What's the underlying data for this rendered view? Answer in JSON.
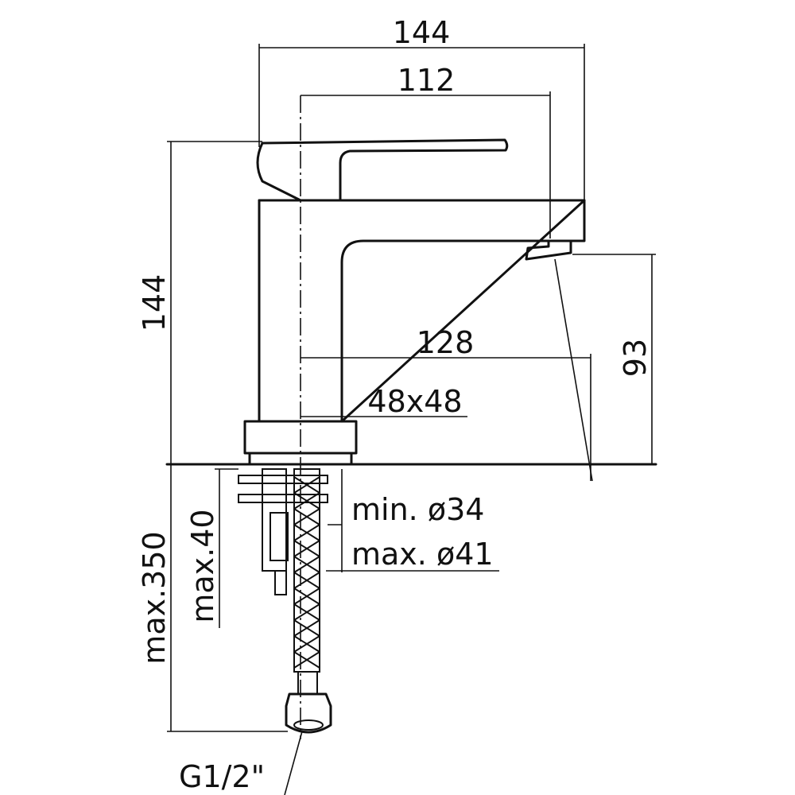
{
  "dimensions": {
    "total_width": "144",
    "handle_width": "112",
    "total_height": "144",
    "spout_reach": "128",
    "base_size": "48x48",
    "spout_height": "93",
    "min_hole": "min. ø34",
    "max_hole": "max. ø41",
    "max_thickness": "max.40",
    "max_hose": "max.350",
    "thread": "G1/2\""
  }
}
